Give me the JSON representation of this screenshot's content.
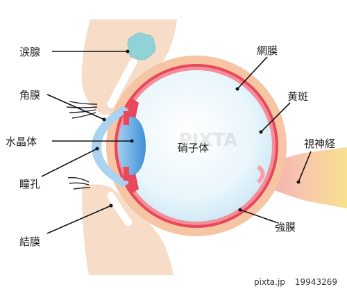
{
  "labels": {
    "lacrimal_gland": "涙腺",
    "cornea": "角膜",
    "lens": "水晶体",
    "pupil": "瞳孔",
    "conjunctiva": "結膜",
    "retina": "網膜",
    "macula": "黄斑",
    "optic_nerve": "視神経",
    "vitreous": "硝子体",
    "sclera": "強膜"
  },
  "watermark": "PIXTA",
  "footer": {
    "site": "pixta.jp",
    "id": "19943269"
  },
  "colors": {
    "skin": "#f7dcc8",
    "sclera": "#f5c5a4",
    "retina": "#e8485a",
    "vitreous": "#dff1fa",
    "lens": "#5aa6e0",
    "cornea": "#a9d3f1",
    "lacrimal_gland": "#8fd3d8",
    "optic_nerve": "#f7d58a"
  }
}
